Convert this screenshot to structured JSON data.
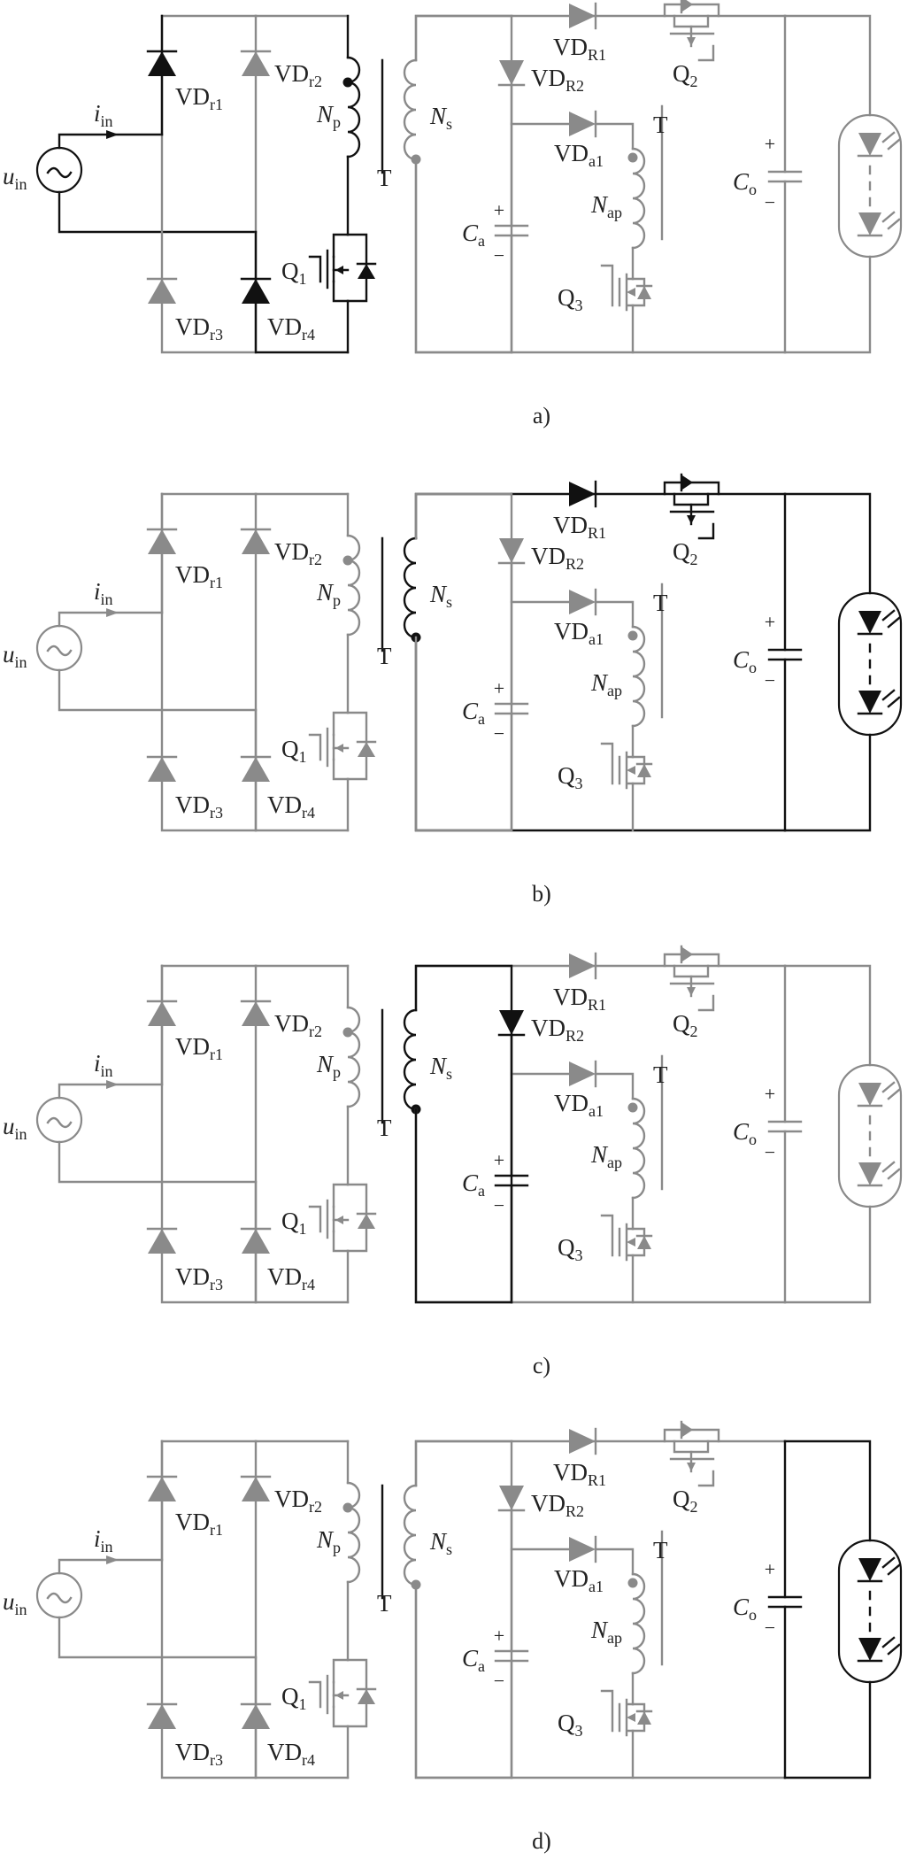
{
  "colors": {
    "active": "#111111",
    "inactive": "#8a8a8a"
  },
  "labels": {
    "u_main": "u",
    "u_sub": "in",
    "i_main": "i",
    "i_sub": "in",
    "vdr1_main": "VD",
    "vdr1_sub": "r1",
    "vdr2_main": "VD",
    "vdr2_sub": "r2",
    "vdr3_main": "VD",
    "vdr3_sub": "r3",
    "vdr4_main": "VD",
    "vdr4_sub": "r4",
    "np_main": "N",
    "np_sub": "p",
    "ns_main": "N",
    "ns_sub": "s",
    "t": "T",
    "q1_main": "Q",
    "q1_sub": "1",
    "vdR1_main": "VD",
    "vdR1_sub": "R1",
    "vdR2_main": "VD",
    "vdR2_sub": "R2",
    "q2_main": "Q",
    "q2_sub": "2",
    "vda1_main": "VD",
    "vda1_sub": "a1",
    "nap_main": "N",
    "nap_sub": "ap",
    "q3_main": "Q",
    "q3_sub": "3",
    "ca_main": "C",
    "ca_sub": "a",
    "co_main": "C",
    "co_sub": "o",
    "plus": "+",
    "minus": "−"
  },
  "panels": [
    {
      "caption": "a)",
      "active": [
        "in",
        "vdr1",
        "vdr4",
        "pri",
        "q1"
      ],
      "filled_dot": "np"
    },
    {
      "caption": "b)",
      "active": [
        "sec_top",
        "vdR1",
        "q2",
        "co",
        "led",
        "ground"
      ],
      "filled_dot": "ns"
    },
    {
      "caption": "c)",
      "active": [
        "sec_loop",
        "vdR2",
        "ca"
      ],
      "filled_dot": "ns"
    },
    {
      "caption": "d)",
      "active": [
        "co",
        "led"
      ],
      "filled_dot": ""
    }
  ]
}
